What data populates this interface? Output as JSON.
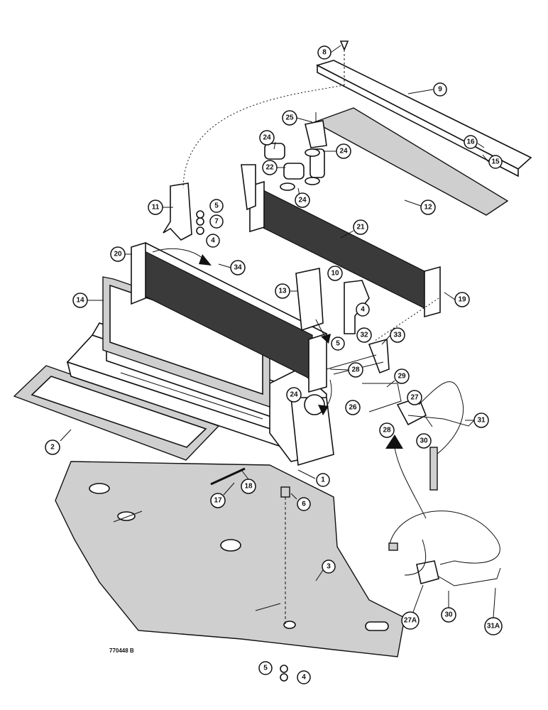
{
  "drawing_code": "770448 B",
  "callouts": [
    {
      "id": "p8",
      "label": "8"
    },
    {
      "id": "p9",
      "label": "9"
    },
    {
      "id": "p25",
      "label": "25"
    },
    {
      "id": "p24a",
      "label": "24"
    },
    {
      "id": "p24b",
      "label": "24"
    },
    {
      "id": "p22",
      "label": "22"
    },
    {
      "id": "p16",
      "label": "16"
    },
    {
      "id": "p15",
      "label": "15"
    },
    {
      "id": "p24c",
      "label": "24"
    },
    {
      "id": "p12",
      "label": "12"
    },
    {
      "id": "p11",
      "label": "11"
    },
    {
      "id": "p5a",
      "label": "5"
    },
    {
      "id": "p7",
      "label": "7"
    },
    {
      "id": "p4a",
      "label": "4"
    },
    {
      "id": "p21",
      "label": "21"
    },
    {
      "id": "p20",
      "label": "20"
    },
    {
      "id": "p34",
      "label": "34"
    },
    {
      "id": "p14",
      "label": "14"
    },
    {
      "id": "p13",
      "label": "13"
    },
    {
      "id": "p10",
      "label": "10"
    },
    {
      "id": "p19",
      "label": "19"
    },
    {
      "id": "p4b",
      "label": "4"
    },
    {
      "id": "p5b",
      "label": "5"
    },
    {
      "id": "p32",
      "label": "32"
    },
    {
      "id": "p33",
      "label": "33"
    },
    {
      "id": "p28a",
      "label": "28"
    },
    {
      "id": "p29",
      "label": "29"
    },
    {
      "id": "p24d",
      "label": "24"
    },
    {
      "id": "p27",
      "label": "27"
    },
    {
      "id": "p26",
      "label": "26"
    },
    {
      "id": "p28b",
      "label": "28"
    },
    {
      "id": "p31",
      "label": "31"
    },
    {
      "id": "p30a",
      "label": "30"
    },
    {
      "id": "p2",
      "label": "2"
    },
    {
      "id": "p1",
      "label": "1"
    },
    {
      "id": "p17",
      "label": "17"
    },
    {
      "id": "p18",
      "label": "18"
    },
    {
      "id": "p6",
      "label": "6"
    },
    {
      "id": "p3",
      "label": "3"
    },
    {
      "id": "p27a",
      "label": "27A"
    },
    {
      "id": "p30b",
      "label": "30"
    },
    {
      "id": "p31a",
      "label": "31A"
    },
    {
      "id": "p5c",
      "label": "5"
    },
    {
      "id": "p4c",
      "label": "4"
    }
  ]
}
